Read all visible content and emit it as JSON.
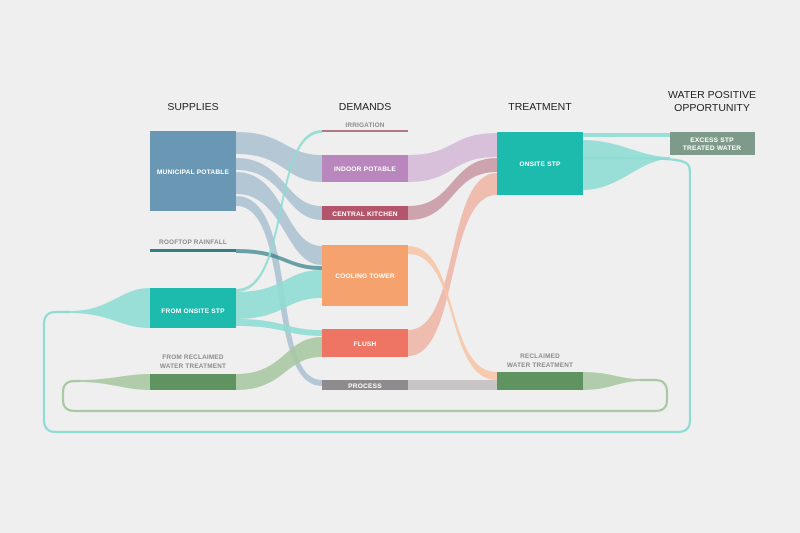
{
  "columns": {
    "supplies": "SUPPLIES",
    "demands": "DEMANDS",
    "treatment": "TREATMENT",
    "opportunity_line1": "WATER POSITIVE",
    "opportunity_line2": "OPPORTUNITY"
  },
  "nodes": {
    "municipal_potable": "MUNICIPAL POTABLE",
    "rooftop_rainfall": "ROOFTOP RAINFALL",
    "from_onsite_stp": "FROM ONSITE STP",
    "from_reclaimed_line1": "FROM RECLAIMED",
    "from_reclaimed_line2": "WATER TREATMENT",
    "irrigation": "IRRIGATION",
    "indoor_potable": "INDOOR POTABLE",
    "central_kitchen": "CENTRAL KITCHEN",
    "cooling_tower": "COOLING TOWER",
    "flush": "FLUSH",
    "process": "PROCESS",
    "onsite_stp": "ONSITE STP",
    "reclaimed_line1": "RECLAIMED",
    "reclaimed_line2": "WATER TREATMENT",
    "excess_line1": "EXCESS STP",
    "excess_line2": "TREATED WATER"
  },
  "colors": {
    "municipal": "#6a98b4",
    "municipal_flow": "#a9c0d0",
    "rooftop": "#2f7f86",
    "stp": "#1dbaae",
    "stp_flow": "#8fdcd4",
    "reclaimed": "#5f9460",
    "reclaimed_flow": "#a9c8a3",
    "indoor_potable": "#b987bd",
    "indoor_flow": "#d6bcd8",
    "central_kitchen": "#b4566b",
    "kitchen_flow": "#c99aa5",
    "cooling_tower": "#f5a26f",
    "cooling_flow": "#f6c5a6",
    "flush": "#ee7463",
    "flush_flow": "#efb3a5",
    "process": "#8f8a8d",
    "process_flow": "#c6c2c4",
    "irrigation": "#b07a85",
    "excess": "#7e9a8b"
  }
}
